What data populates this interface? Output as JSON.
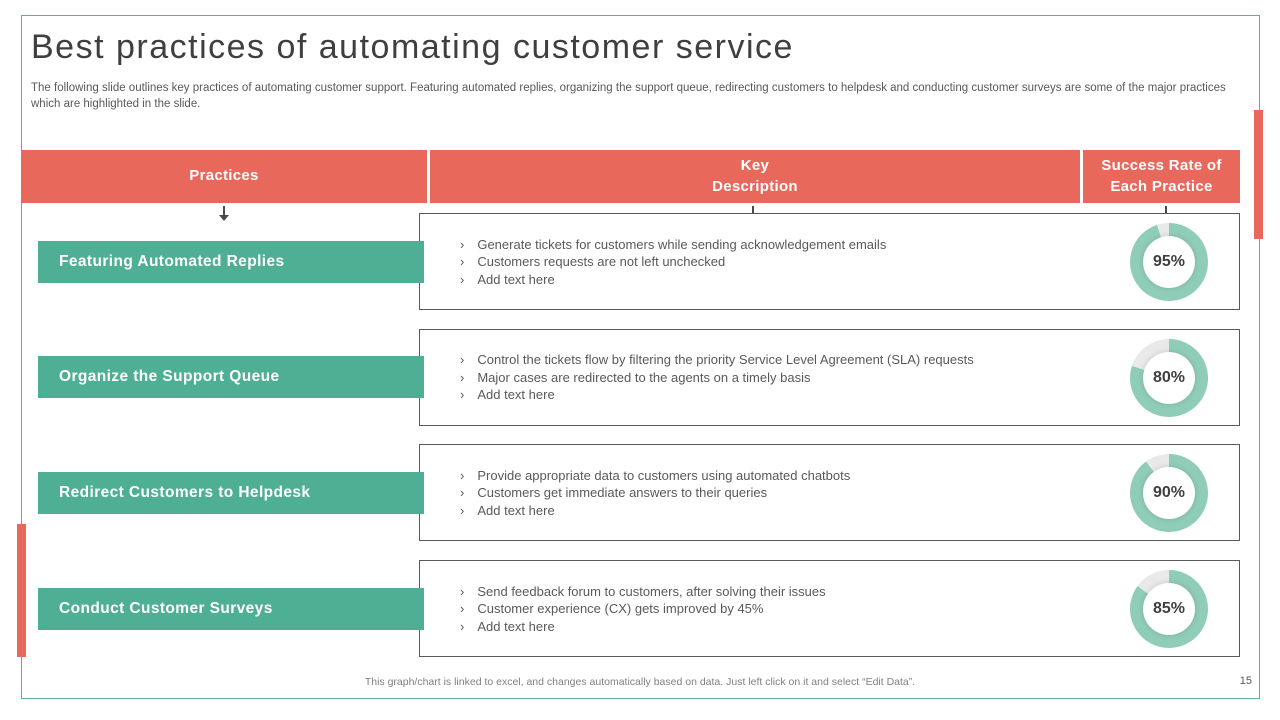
{
  "slide": {
    "title": "Best practices of automating customer service",
    "subtitle": "The following slide outlines key practices of automating customer support. Featuring automated replies, organizing the support queue, redirecting customers to helpdesk and conducting customer surveys are some of the major practices which are highlighted in the slide.",
    "footer_note": "This graph/chart is linked to excel, and changes automatically based on data. Just left click on it and select “Edit Data”.",
    "page_number": "15"
  },
  "table": {
    "bullet_char": "›",
    "headers": [
      {
        "label": "Practices"
      },
      {
        "label": "Key\nDescription"
      },
      {
        "label": "Success Rate of\nEach Practice"
      }
    ],
    "rows": [
      {
        "practice": "Featuring Automated Replies",
        "bullets": [
          "Generate tickets for customers while sending acknowledgement emails",
          "Customers requests are not left unchecked",
          "Add text here"
        ],
        "success_rate": 95,
        "success_label": "95%"
      },
      {
        "practice": "Organize the Support Queue",
        "bullets": [
          "Control the tickets flow by filtering the priority Service Level Agreement (SLA) requests",
          "Major cases are redirected to the agents on a timely basis",
          "Add text here"
        ],
        "success_rate": 80,
        "success_label": "80%"
      },
      {
        "practice": "Redirect Customers to Helpdesk",
        "bullets": [
          "Provide appropriate data to customers using automated chatbots",
          "Customers get immediate answers to their queries",
          "Add text here"
        ],
        "success_rate": 90,
        "success_label": "90%"
      },
      {
        "practice": "Conduct Customer Surveys",
        "bullets": [
          "Send feedback forum to customers, after solving their issues",
          "Customer experience (CX) gets improved by 45%",
          "Add text here"
        ],
        "success_rate": 85,
        "success_label": "85%"
      }
    ]
  },
  "chart_data": {
    "type": "pie",
    "variant": "donut-gauges",
    "unit": "%",
    "items": [
      {
        "label": "Featuring Automated Replies",
        "value": 95
      },
      {
        "label": "Organize the Support Queue",
        "value": 80
      },
      {
        "label": "Redirect Customers to Helpdesk",
        "value": 90
      },
      {
        "label": "Conduct Customer Surveys",
        "value": 85
      }
    ],
    "legend_position": "none"
  },
  "colors": {
    "accent_red": "#E8695C",
    "accent_green": "#4FAF94",
    "donut_green": "#90CDB9",
    "donut_track": "#E9E9EA",
    "frame_teal": "#5EAE9A",
    "text_dark": "#3F3F3F",
    "text_body": "#58595B"
  }
}
